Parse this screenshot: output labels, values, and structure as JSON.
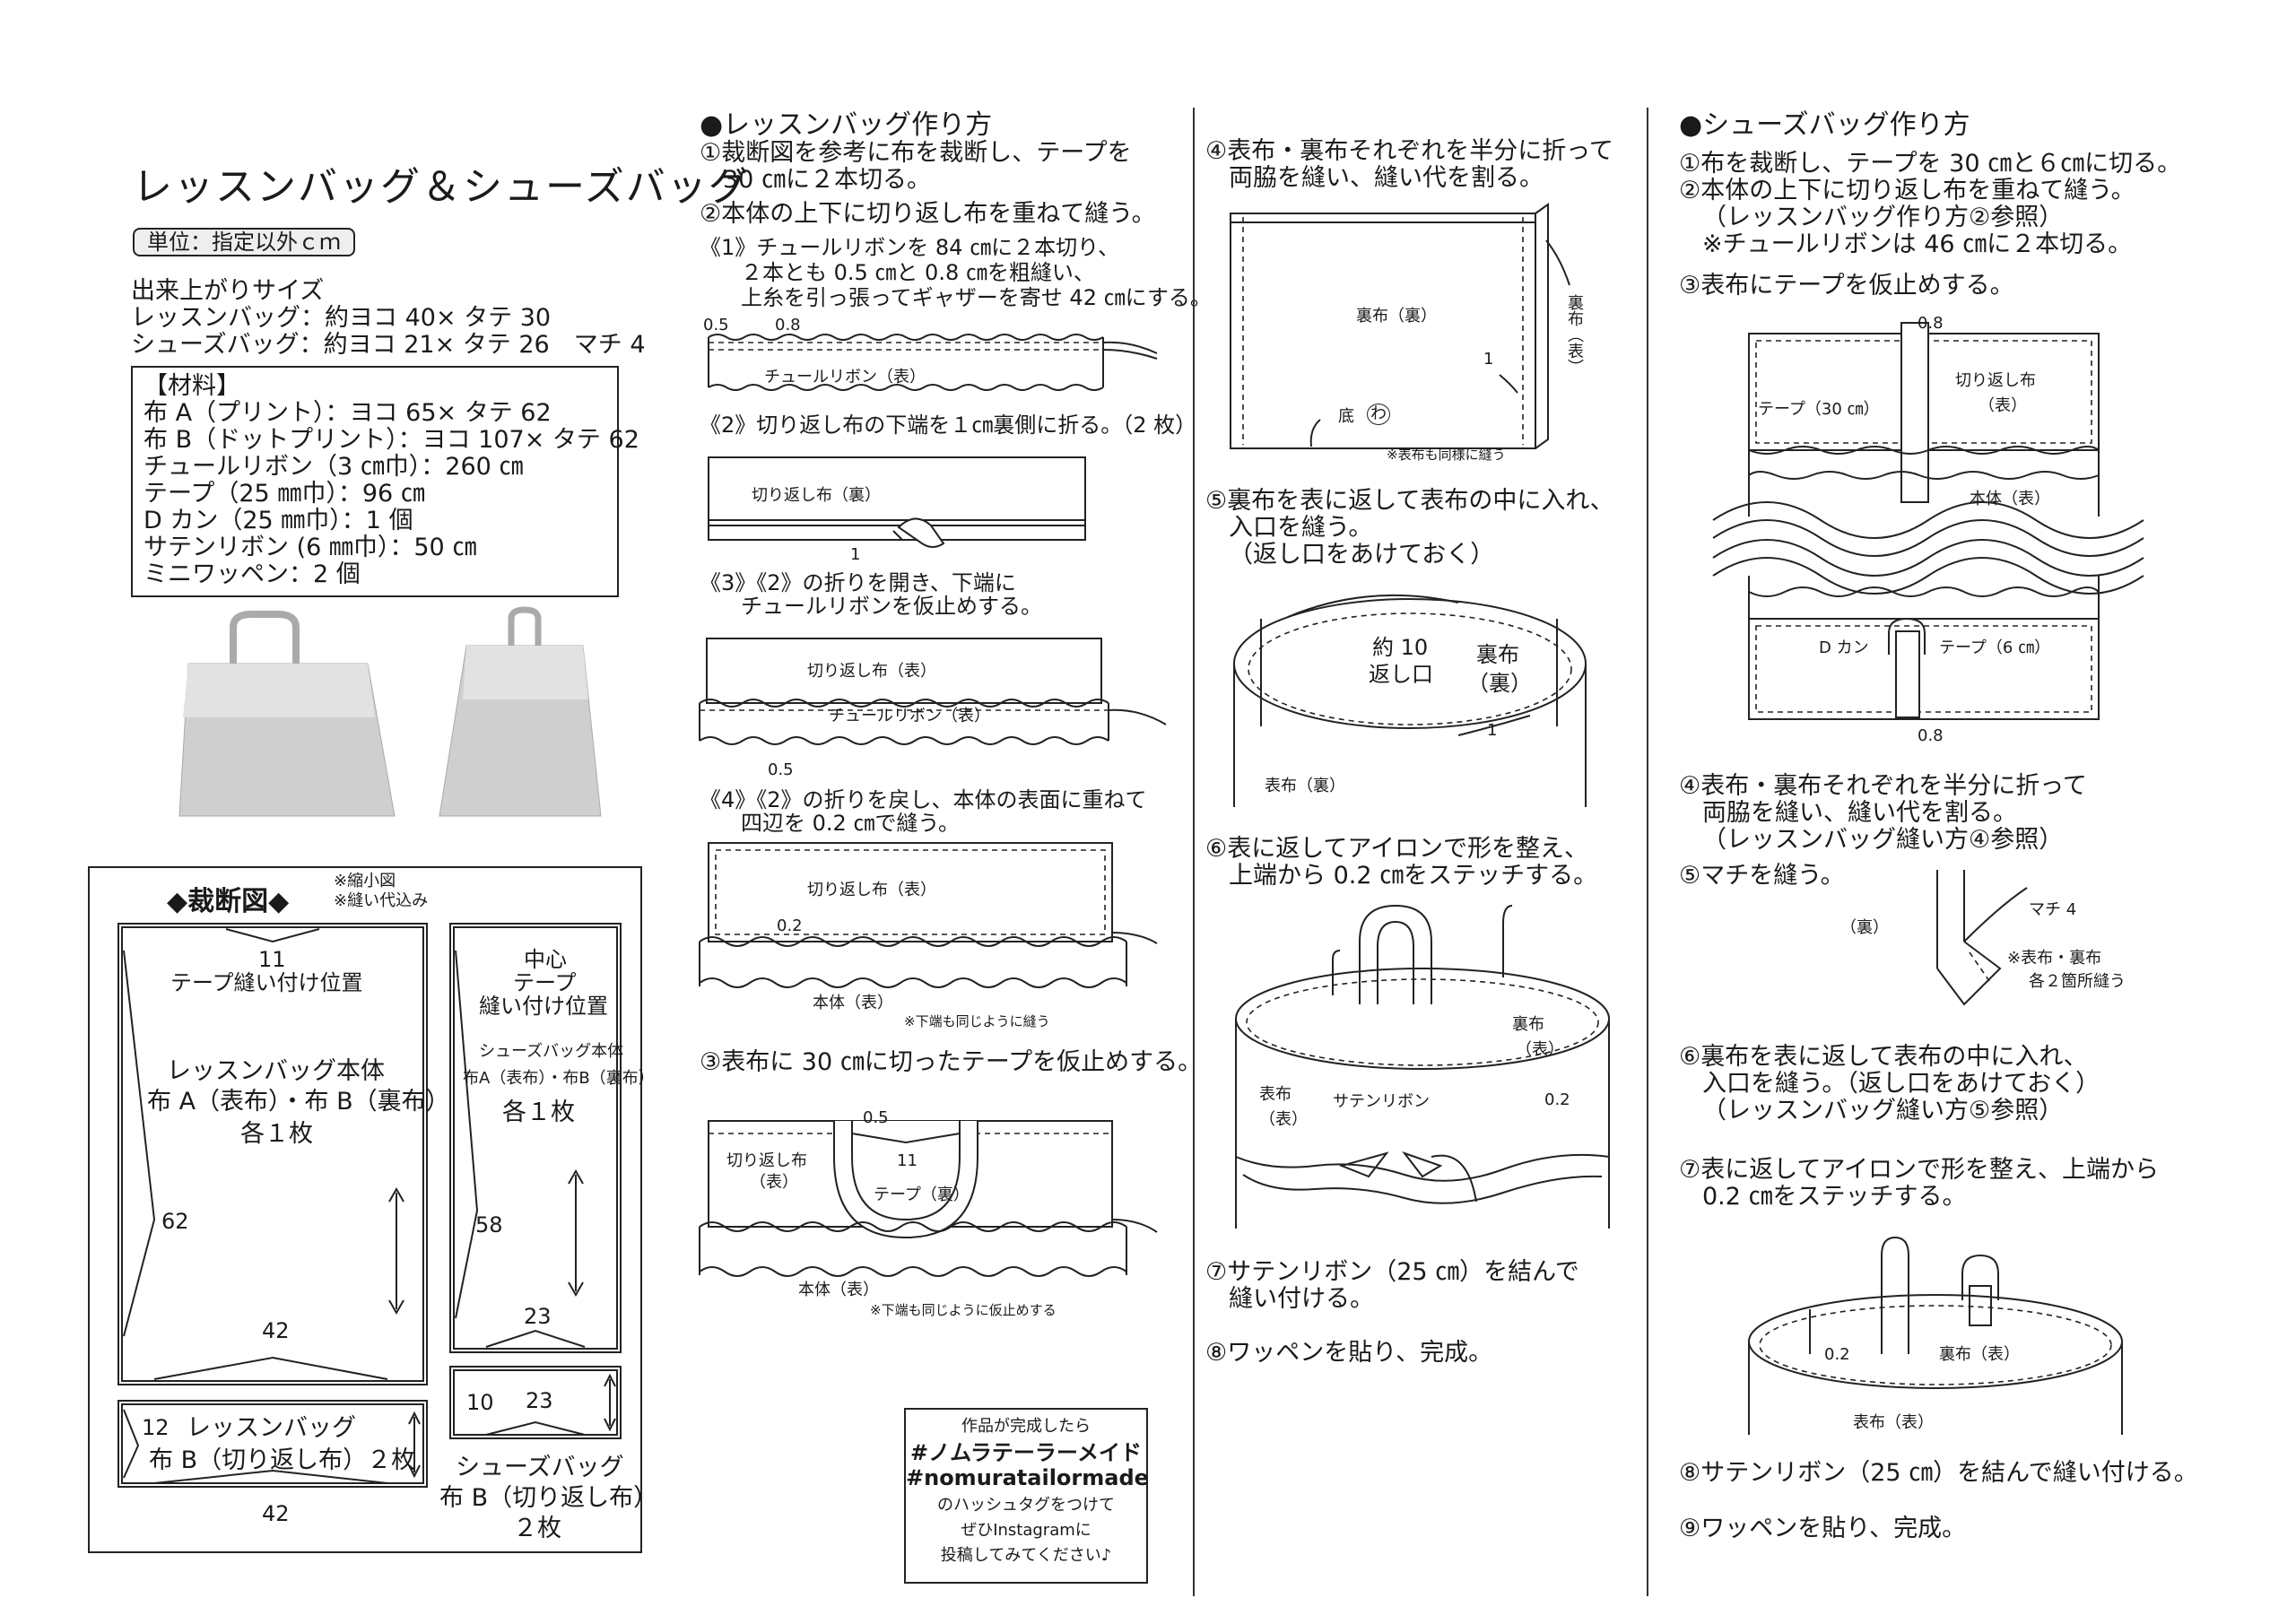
{
  "title": "レッスンバッグ＆シューズバッグ",
  "unit_badge": "単位：指定以外ｃｍ",
  "size": {
    "heading": "出来上がりサイズ",
    "lesson": "レッスンバッグ：約ヨコ 40× タテ 30",
    "shoes": "シューズバッグ：約ヨコ 21× タテ 26　マチ 4"
  },
  "materials": {
    "heading": "【材料】",
    "items": [
      "布 A（プリント）：ヨコ 65× タテ 62",
      "布 B（ドットプリント）：ヨコ 107× タテ 62",
      "チュールリボン（3 ㎝巾）：260 ㎝",
      "テープ（25 ㎜巾）：96 ㎝",
      "D カン（25 ㎜巾）：1 個",
      "サテンリボン (6 ㎜巾）：50 ㎝",
      "ミニワッペン：2 個"
    ]
  },
  "cutting": {
    "heading": "◆裁断図◆",
    "note1": "※縮小図",
    "note2": "※縫い代込み",
    "lesson_body": {
      "top_num": "11",
      "top_label": "テープ縫い付け位置",
      "name": "レッスンバッグ本体",
      "fabric": "布 A（表布）・布 B（裏布）",
      "count": "各１枚",
      "height": "62",
      "width": "42"
    },
    "shoes_body": {
      "center": "中心",
      "tape": "テープ",
      "pos": "縫い付け位置",
      "name": "シューズバッグ本体",
      "fabric": "布A（表布）・布B（裏布）",
      "count": "各１枚",
      "height": "58",
      "width": "23"
    },
    "lesson_facing": {
      "height": "12",
      "name": "レッスンバッグ",
      "fabric": "布 B（切り返し布）２枚",
      "width": "42"
    },
    "shoes_facing": {
      "height": "10",
      "width": "23",
      "name": "シューズバッグ",
      "fabric": "布 B（切り返し布）",
      "count": "２枚"
    }
  },
  "lesson_steps": {
    "heading": "●レッスンバッグ作り方",
    "s1a": "①裁断図を参考に布を裁断し、テープを",
    "s1b": "30 ㎝に２本切る。",
    "s2": "②本体の上下に切り返し布を重ねて縫う。",
    "s2_1a": "《1》チュールリボンを 84 ㎝に２本切り、",
    "s2_1b": "２本とも 0.5 ㎝と 0.8 ㎝を粗縫い、",
    "s2_1c": "上糸を引っ張ってギャザーを寄せ 42 ㎝にする。",
    "fig1_05": "0.5",
    "fig1_08": "0.8",
    "fig1_label": "チュールリボン（表）",
    "s2_2": "《2》切り返し布の下端を１㎝裏側に折る。（2 枚）",
    "fig2_label": "切り返し布（裏）",
    "fig2_num": "1",
    "s2_3a": "《3》《2》の折りを開き、下端に",
    "s2_3b": "チュールリボンを仮止めする。",
    "fig3_label1": "切り返し布（表）",
    "fig3_label2": "チュールリボン（表）",
    "fig3_num": "0.5",
    "s2_4a": "《4》《2》の折りを戻し、本体の表面に重ねて",
    "s2_4b": "四辺を 0.2 ㎝で縫う。",
    "fig4_label1": "切り返し布（表）",
    "fig4_num": "0.2",
    "fig4_label2": "本体（表）",
    "fig4_note": "※下端も同じように縫う",
    "s3": "③表布に 30 ㎝に切ったテープを仮止めする。",
    "fig5_05": "0.5",
    "fig5_label1": "切り返し布",
    "fig5_label1b": "（表）",
    "fig5_11": "11",
    "fig5_tape": "テープ（裏）",
    "fig5_body": "本体（表）",
    "fig5_note": "※下端も同じように仮止めする",
    "s4a": "④表布・裏布それぞれを半分に折って",
    "s4b": "両脇を縫い、縫い代を割る。",
    "fig6_label": "裏布（裏）",
    "fig6_side": "裏布（表）",
    "fig6_num": "1",
    "fig6_bottom": "底",
    "fig6_wa": "わ",
    "fig6_note": "※表布も同様に縫う",
    "s5a": "⑤裏布を表に返して表布の中に入れ、",
    "s5b": "入口を縫う。",
    "s5c": "（返し口をあけておく）",
    "fig7_about": "約 10",
    "fig7_open": "返し口",
    "fig7_lining": "裏布",
    "fig7_lining2": "（裏）",
    "fig7_num": "1",
    "fig7_outer": "表布（裏）",
    "s6a": "⑥表に返してアイロンで形を整え、",
    "s6b": "上端から 0.2 ㎝をステッチする。",
    "fig8_lining": "裏布",
    "fig8_lining2": "（表）",
    "fig8_outer": "表布",
    "fig8_outer2": "（表）",
    "fig8_ribbon": "サテンリボン",
    "fig8_num": "0.2",
    "s7a": "⑦サテンリボン（25 ㎝）を結んで",
    "s7b": "縫い付ける。",
    "s8": "⑧ワッペンを貼り、完成。"
  },
  "hashtag": {
    "line1": "作品が完成したら",
    "line2": "#ノムラテーラーメイド",
    "line3": "#nomuratailormade",
    "line4": "のハッシュタグをつけて",
    "line5": "ぜひInstagramに",
    "line6": "投稿してみてください♪"
  },
  "shoes_steps": {
    "heading": "●シューズバッグ作り方",
    "s1": "①布を裁断し、テープを 30 ㎝と６㎝に切る。",
    "s2": "②本体の上下に切り返し布を重ねて縫う。",
    "s2b": "（レッスンバッグ作り方②参照）",
    "s2c": "※チュールリボンは 46 ㎝に２本切る。",
    "s3": "③表布にテープを仮止めする。",
    "fig1_08a": "0.8",
    "fig1_tape": "テープ（30 ㎝）",
    "fig1_facing": "切り返し布",
    "fig1_facing2": "（表）",
    "fig1_body": "本体（表）",
    "fig1_dkan": "D カン",
    "fig1_tape6": "テープ（6 ㎝）",
    "fig1_08b": "0.8",
    "s4a": "④表布・裏布それぞれを半分に折って",
    "s4b": "両脇を縫い、縫い代を割る。",
    "s4c": "（レッスンバッグ縫い方④参照）",
    "s5": "⑤マチを縫う。",
    "fig2_back": "（裏）",
    "fig2_machi": "マチ 4",
    "fig2_note1": "※表布・裏布",
    "fig2_note2": "各２箇所縫う",
    "s6a": "⑥裏布を表に返して表布の中に入れ、",
    "s6b": "入口を縫う。（返し口をあけておく）",
    "s6c": "（レッスンバッグ縫い方⑤参照）",
    "s7a": "⑦表に返してアイロンで形を整え、上端から",
    "s7b": "0.2 ㎝をステッチする。",
    "fig3_num": "0.2",
    "fig3_lining": "裏布（表）",
    "fig3_outer": "表布（表）",
    "s8": "⑧サテンリボン（25 ㎝）を結んで縫い付ける。",
    "s9": "⑨ワッペンを貼り、完成。"
  }
}
